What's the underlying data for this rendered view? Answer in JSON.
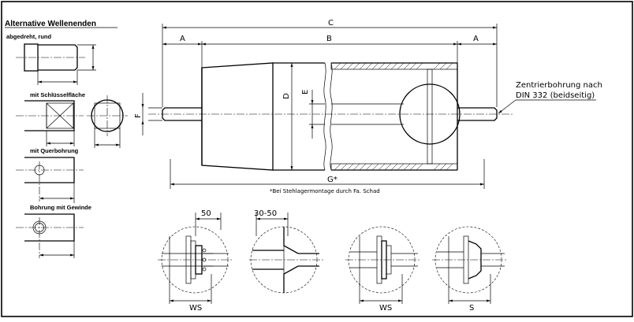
{
  "panel_title": "Alternative Wellenenden",
  "variants": [
    {
      "label": "abgedreht, rund"
    },
    {
      "label": "mit Schlüsselfläche"
    },
    {
      "label": "mit Querbohrung"
    },
    {
      "label": "Bohrung mit Gewinde"
    }
  ],
  "main_dims": {
    "C": "C",
    "A_left": "A",
    "B": "B",
    "A_right": "A",
    "D": "D",
    "E": "E",
    "F": "F",
    "G": "G*"
  },
  "centering_note": {
    "line1": "Zentrierbohrung nach",
    "line2": "DIN 332 (beidseitig)"
  },
  "footnote": "*Bei Stehlagermontage durch Fa. Schad",
  "details": [
    {
      "top": "50",
      "bottom": "WS"
    },
    {
      "top": "30-50",
      "bottom": ""
    },
    {
      "top": "",
      "bottom": "WS"
    },
    {
      "top": "",
      "bottom": "S"
    }
  ]
}
